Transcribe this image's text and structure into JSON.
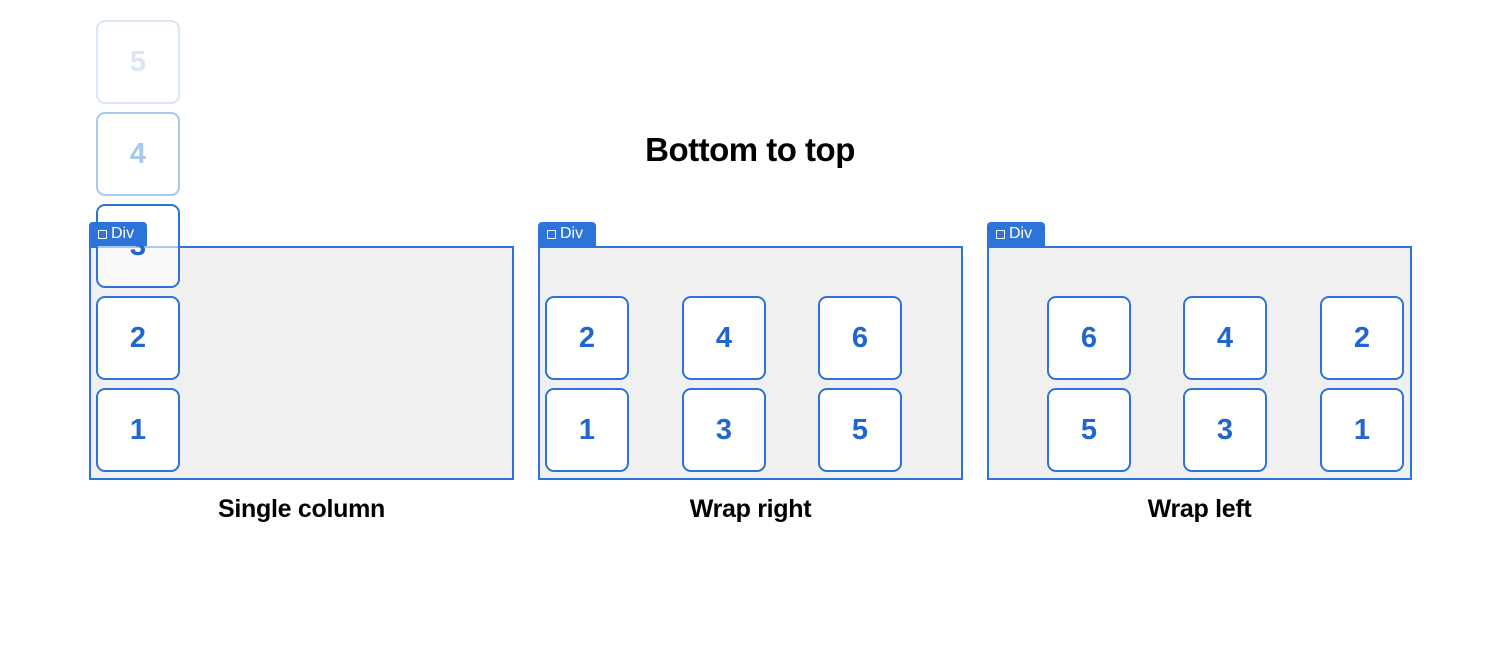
{
  "title": "Bottom to top",
  "element_tag": "Div",
  "tag_icon": "square-outline-icon",
  "colors": {
    "accent": "#2d74da",
    "number": "#2066cf",
    "panel_bg": "#f0f0f0"
  },
  "panels": [
    {
      "caption": "Single column",
      "items": [
        "1",
        "2",
        "3",
        "4",
        "5"
      ]
    },
    {
      "caption": "Wrap right",
      "items": [
        "1",
        "2",
        "3",
        "4",
        "5",
        "6"
      ]
    },
    {
      "caption": "Wrap left",
      "items": [
        "1",
        "2",
        "3",
        "4",
        "5",
        "6"
      ]
    }
  ]
}
